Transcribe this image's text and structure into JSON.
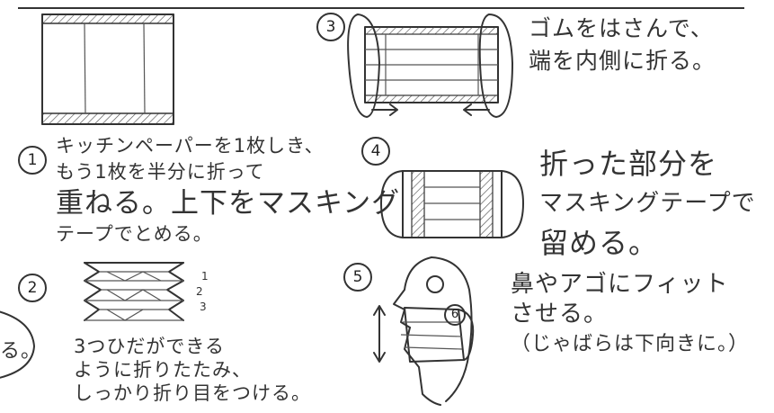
{
  "steps": [
    {
      "num": "1",
      "lines": [
        "キッチンペーパーを1枚しき、",
        "もう1枚を半分に折って",
        "重ねる。上下をマスキング",
        "テープでとめる。"
      ]
    },
    {
      "num": "2",
      "lines": [
        "3つひだができる",
        "ように折りたたみ、",
        "しっかり折り目をつける。"
      ],
      "fold_marks": [
        "1",
        "2",
        "3"
      ]
    },
    {
      "num": "3",
      "lines": [
        "ゴムをはさんで、",
        "端を内側に折る。"
      ]
    },
    {
      "num": "4",
      "lines": [
        "折った部分を",
        "マスキングテープで",
        "留める。"
      ]
    },
    {
      "num": "5",
      "lines": [
        "鼻やアゴにフィット",
        "させる。",
        "（じゃばらは下向きに。）"
      ],
      "badge": "6"
    }
  ],
  "fragment": "る。"
}
